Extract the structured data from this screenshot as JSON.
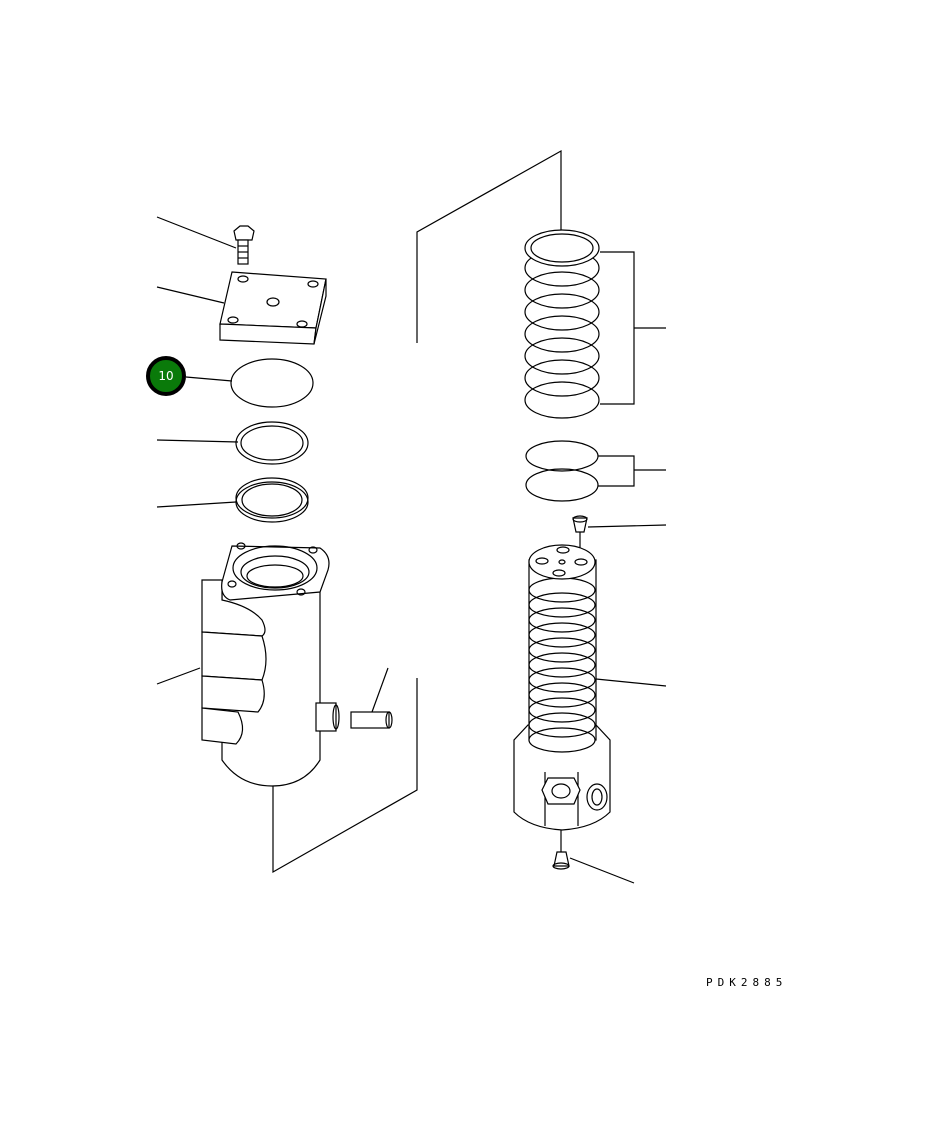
{
  "diagram": {
    "drawing_code": "PDK2885",
    "callouts": [
      {
        "label": "10",
        "color": "#0a7a0a",
        "points_to": "o-ring"
      }
    ],
    "parts": [
      "bolt",
      "cover-plate",
      "o-ring",
      "snap-ring",
      "seal-ring",
      "swivel-body",
      "plug",
      "pin",
      "seal-rings-set",
      "ring-pair",
      "plug-small",
      "swivel-shaft",
      "plug-bottom"
    ]
  }
}
